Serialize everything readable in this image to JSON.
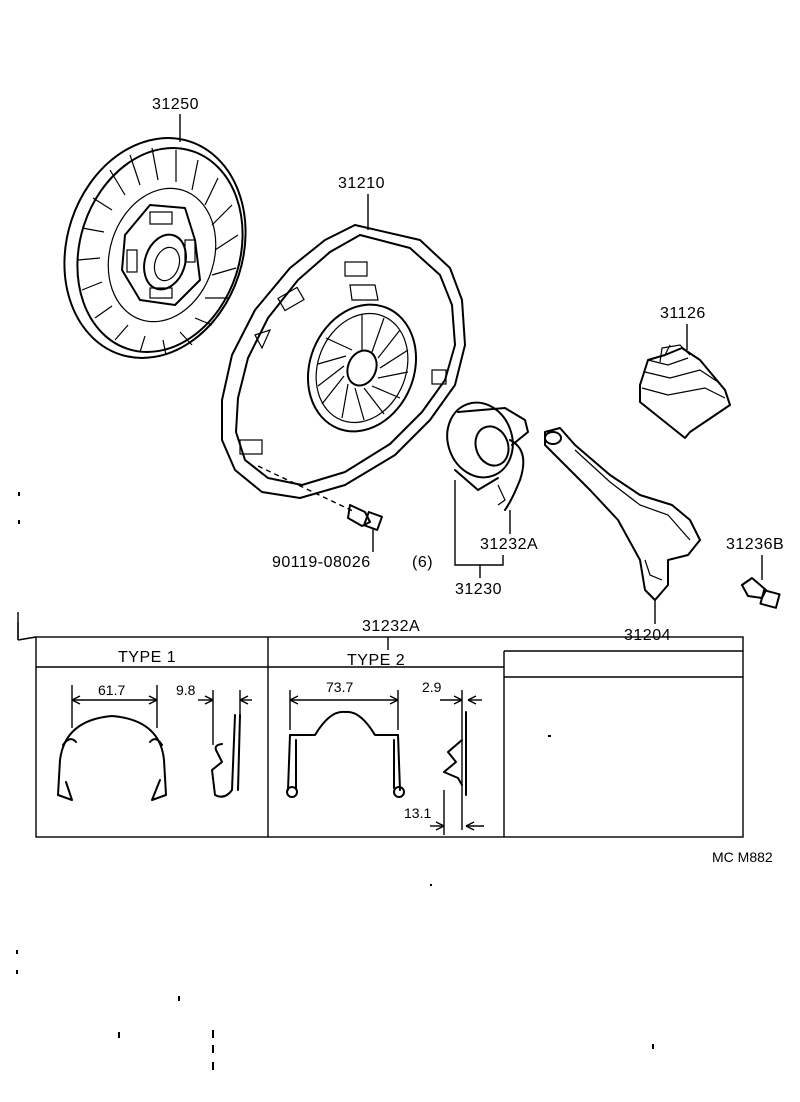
{
  "labels": {
    "clutch_disc": "31250",
    "clutch_cover": "31210",
    "release_fork_boot": "31126",
    "hub_clip_upper": "31232A",
    "bolt": "90119-08026",
    "bolt_qty": "(6)",
    "bearing_assy": "31230",
    "release_fork_support": "31236B",
    "release_fork": "31204",
    "hub_clip_table": "31232A"
  },
  "table": {
    "type1": "TYPE 1",
    "type2": "TYPE 2",
    "dims": {
      "t1_width": "61.7",
      "t1_thick": "9.8",
      "t2_width": "73.7",
      "t2_thick": "2.9",
      "t2_depth": "13.1"
    }
  },
  "drawing_code": "MC M882"
}
